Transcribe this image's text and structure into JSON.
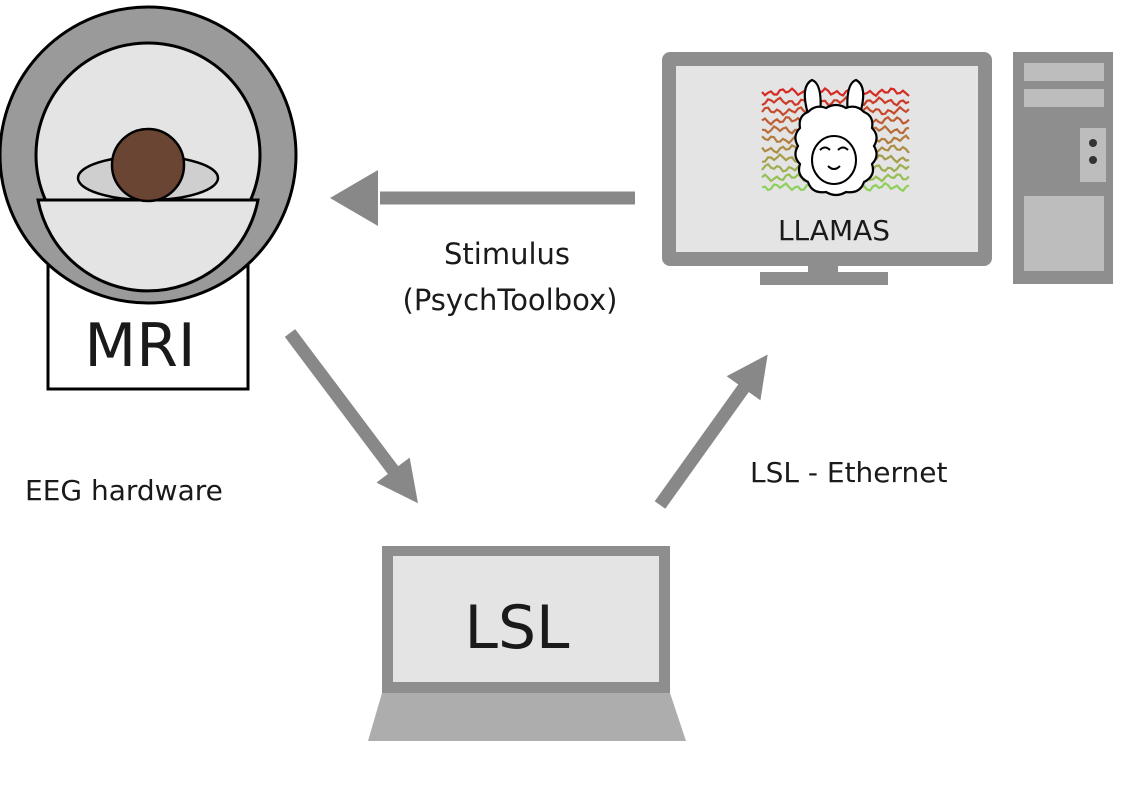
{
  "nodes": {
    "mri": {
      "label": "MRI"
    },
    "eeg": {
      "label": "EEG hardware"
    },
    "stimulus_pc": {
      "screen_label": "LLAMAS"
    },
    "laptop": {
      "label": "LSL"
    }
  },
  "edges": {
    "stimulus": {
      "line1": "Stimulus",
      "line2": "(PsychToolbox)"
    },
    "lsl_ethernet": {
      "label": "LSL - Ethernet"
    }
  },
  "colors": {
    "device_gray": "#8e8e8e",
    "screen_fill": "#e4e4e4",
    "arrow_gray": "#888888",
    "head_brown": "#6b4533",
    "signal_red": "#d42a22",
    "signal_green": "#8fd05b"
  },
  "icons": {
    "mri": "mri-scanner-icon",
    "computer": "desktop-computer-icon",
    "laptop": "laptop-icon",
    "llama": "llama-logo-icon"
  }
}
